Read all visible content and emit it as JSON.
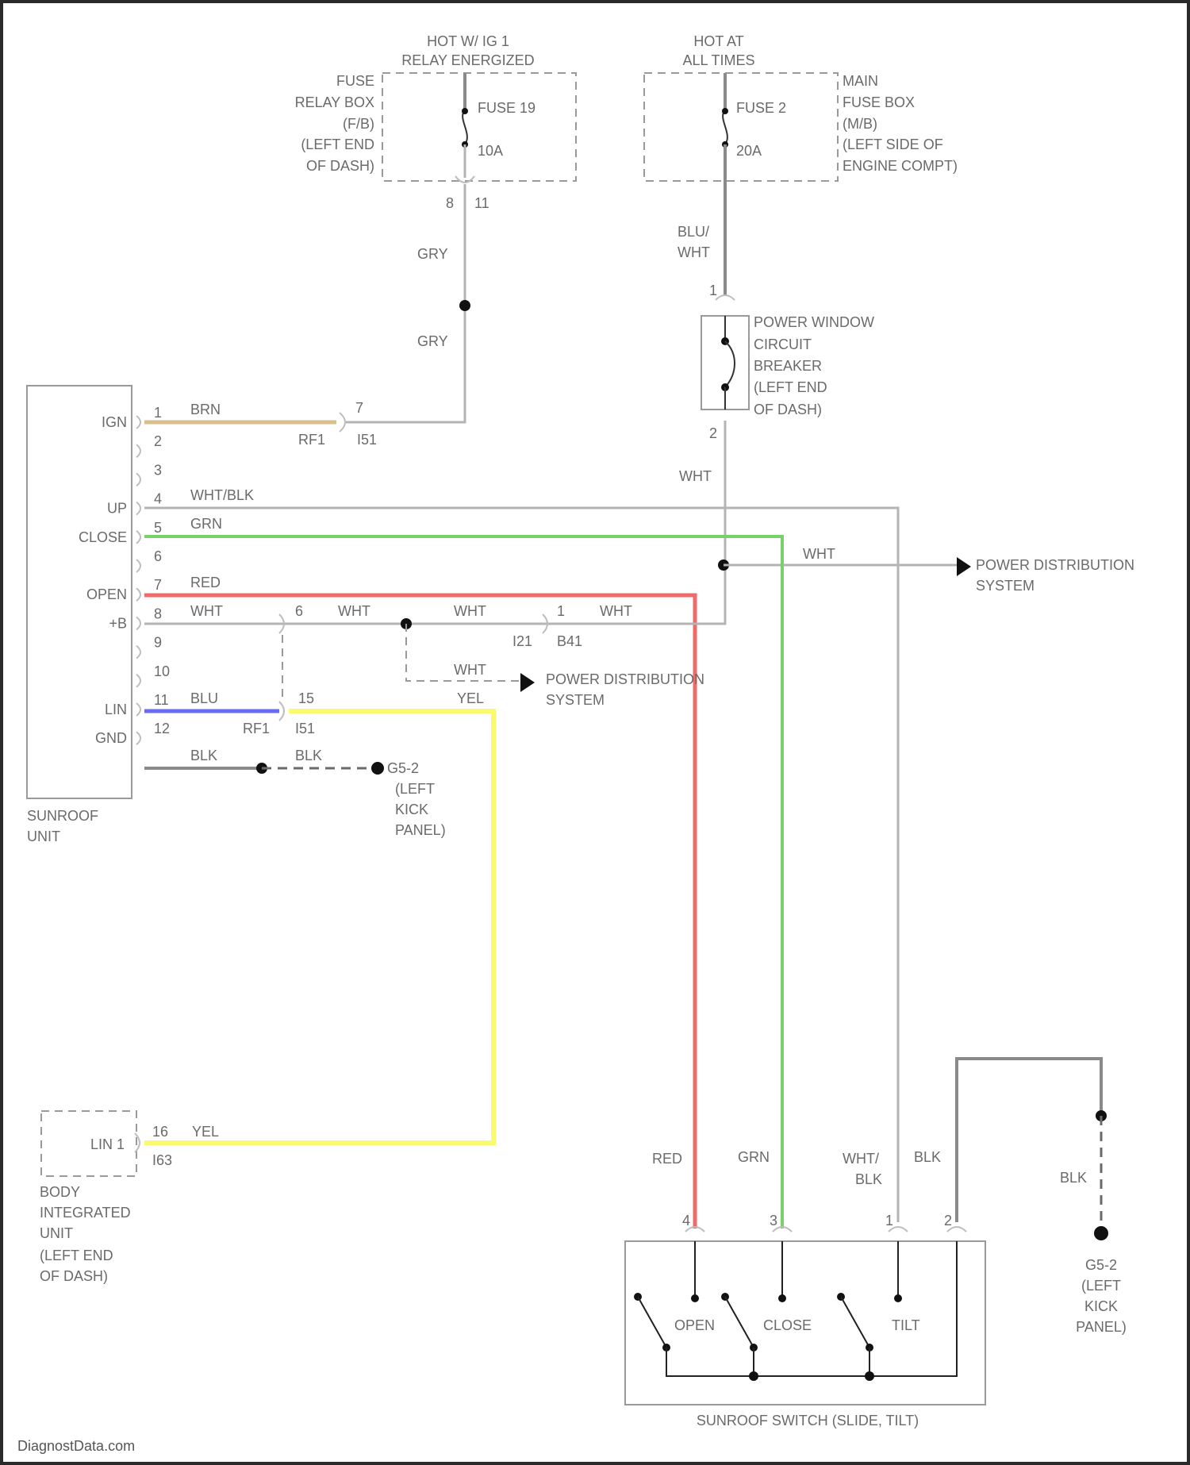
{
  "colors": {
    "brn": "#d8c08a",
    "grn": "#7ad06a",
    "red": "#f06a6a",
    "blu": "#6a6af2",
    "yel": "#fafa70",
    "gray": "#b4b4b4",
    "dark": "#8a8a8a"
  },
  "feeds": {
    "hot_ig": [
      "HOT W/ IG 1",
      "RELAY ENERGIZED"
    ],
    "hot_all": [
      "HOT AT",
      "ALL TIMES"
    ]
  },
  "fuse_relay_box": {
    "label": [
      "FUSE",
      "RELAY BOX",
      "(F/B)",
      "(LEFT END",
      "OF DASH)"
    ],
    "fuse": "FUSE 19",
    "rating": "10A",
    "pins": [
      "8",
      "11"
    ]
  },
  "main_fuse_box": {
    "label": [
      "MAIN",
      "FUSE BOX",
      "(M/B)",
      "(LEFT SIDE OF",
      "ENGINE COMPT)"
    ],
    "fuse": "FUSE 2",
    "rating": "20A"
  },
  "breaker": {
    "label": [
      "POWER WINDOW",
      "CIRCUIT",
      "BREAKER",
      "(LEFT END",
      "OF DASH)"
    ],
    "pin_top": "1",
    "pin_bottom": "2"
  },
  "wires": {
    "gry1": "GRY",
    "gry2": "GRY",
    "blu_wht": [
      "BLU/",
      "WHT"
    ],
    "wht_breaker": "WHT",
    "brn": "BRN",
    "wht_blk": "WHT/BLK",
    "grn": "GRN",
    "wht_pd": "WHT",
    "red": "RED",
    "wht_a": "WHT",
    "wht_b": "WHT",
    "wht_c": "WHT",
    "wht_d": "WHT",
    "wht_pd2": "WHT",
    "blu": "BLU",
    "yel": "YEL",
    "blk_a": "BLK",
    "blk_b": "BLK",
    "yel_biu": "YEL",
    "red_sw": "RED",
    "grn_sw": "GRN",
    "wht_blk_sw": [
      "WHT/",
      "BLK"
    ],
    "blk_sw": "BLK",
    "blk_gnd": "BLK"
  },
  "connectors": {
    "pin7": "7",
    "rf1_a": "RF1",
    "i51_a": "I51",
    "pin6": "6",
    "pin1": "1",
    "i21": "I21",
    "b41": "B41",
    "pin15": "15",
    "rf1_b": "RF1",
    "i51_b": "I51",
    "pin16_biu": "16",
    "i63": "I63"
  },
  "sunroof_unit": {
    "label": [
      "SUNROOF",
      "UNIT"
    ],
    "pins": [
      {
        "num": "1",
        "name": "IGN"
      },
      {
        "num": "2",
        "name": ""
      },
      {
        "num": "3",
        "name": ""
      },
      {
        "num": "4",
        "name": "UP"
      },
      {
        "num": "5",
        "name": "CLOSE"
      },
      {
        "num": "6",
        "name": ""
      },
      {
        "num": "7",
        "name": "OPEN"
      },
      {
        "num": "8",
        "name": "+B"
      },
      {
        "num": "9",
        "name": ""
      },
      {
        "num": "10",
        "name": ""
      },
      {
        "num": "11",
        "name": "LIN"
      },
      {
        "num": "12",
        "name": "GND"
      }
    ]
  },
  "power_distribution": {
    "right": [
      "POWER DISTRIBUTION",
      "SYSTEM"
    ],
    "middle": [
      "POWER DISTRIBUTION",
      "SYSTEM"
    ]
  },
  "ground_top": {
    "name": "G5-2",
    "label": [
      "(LEFT",
      "KICK",
      "PANEL)"
    ]
  },
  "ground_right": {
    "name": "G5-2",
    "label": [
      "(LEFT",
      "KICK",
      "PANEL)"
    ]
  },
  "body_unit": {
    "pin_name": "LIN 1",
    "label": [
      "BODY",
      "INTEGRATED",
      "UNIT",
      "(LEFT END",
      "OF DASH)"
    ]
  },
  "switch": {
    "title": "SUNROOF SWITCH (SLIDE, TILT)",
    "pins": [
      "4",
      "3",
      "1",
      "2"
    ],
    "labels": [
      "OPEN",
      "CLOSE",
      "TILT"
    ]
  },
  "watermark": "DiagnostData.com"
}
